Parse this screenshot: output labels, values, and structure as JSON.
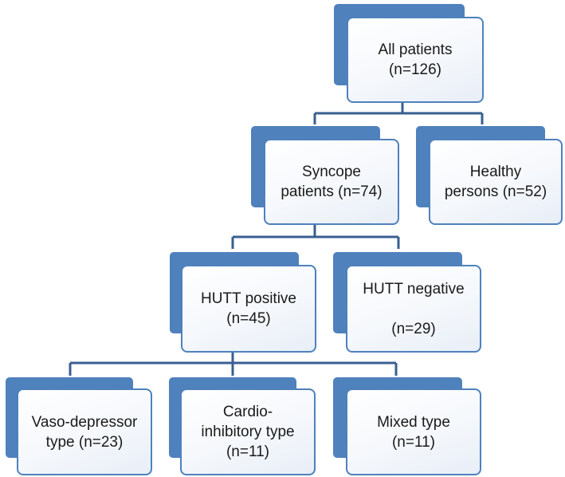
{
  "nodes": {
    "all": {
      "label": "All patients\n(n=126)"
    },
    "syncope": {
      "label": "Syncope\npatients (n=74)"
    },
    "healthy": {
      "label": "Healthy\npersons (n=52)"
    },
    "hutt_pos": {
      "label": "HUTT positive\n(n=45)"
    },
    "hutt_neg": {
      "label": "HUTT negative\n\n(n=29)"
    },
    "vaso": {
      "label": "Vaso-depressor\ntype (n=23)"
    },
    "cardio": {
      "label": "Cardio-\ninhibitory type\n(n=11)"
    },
    "mixed": {
      "label": "Mixed type\n(n=11)"
    }
  },
  "colors": {
    "accent": "#4f81bd",
    "connector": "#3a5f8f"
  }
}
